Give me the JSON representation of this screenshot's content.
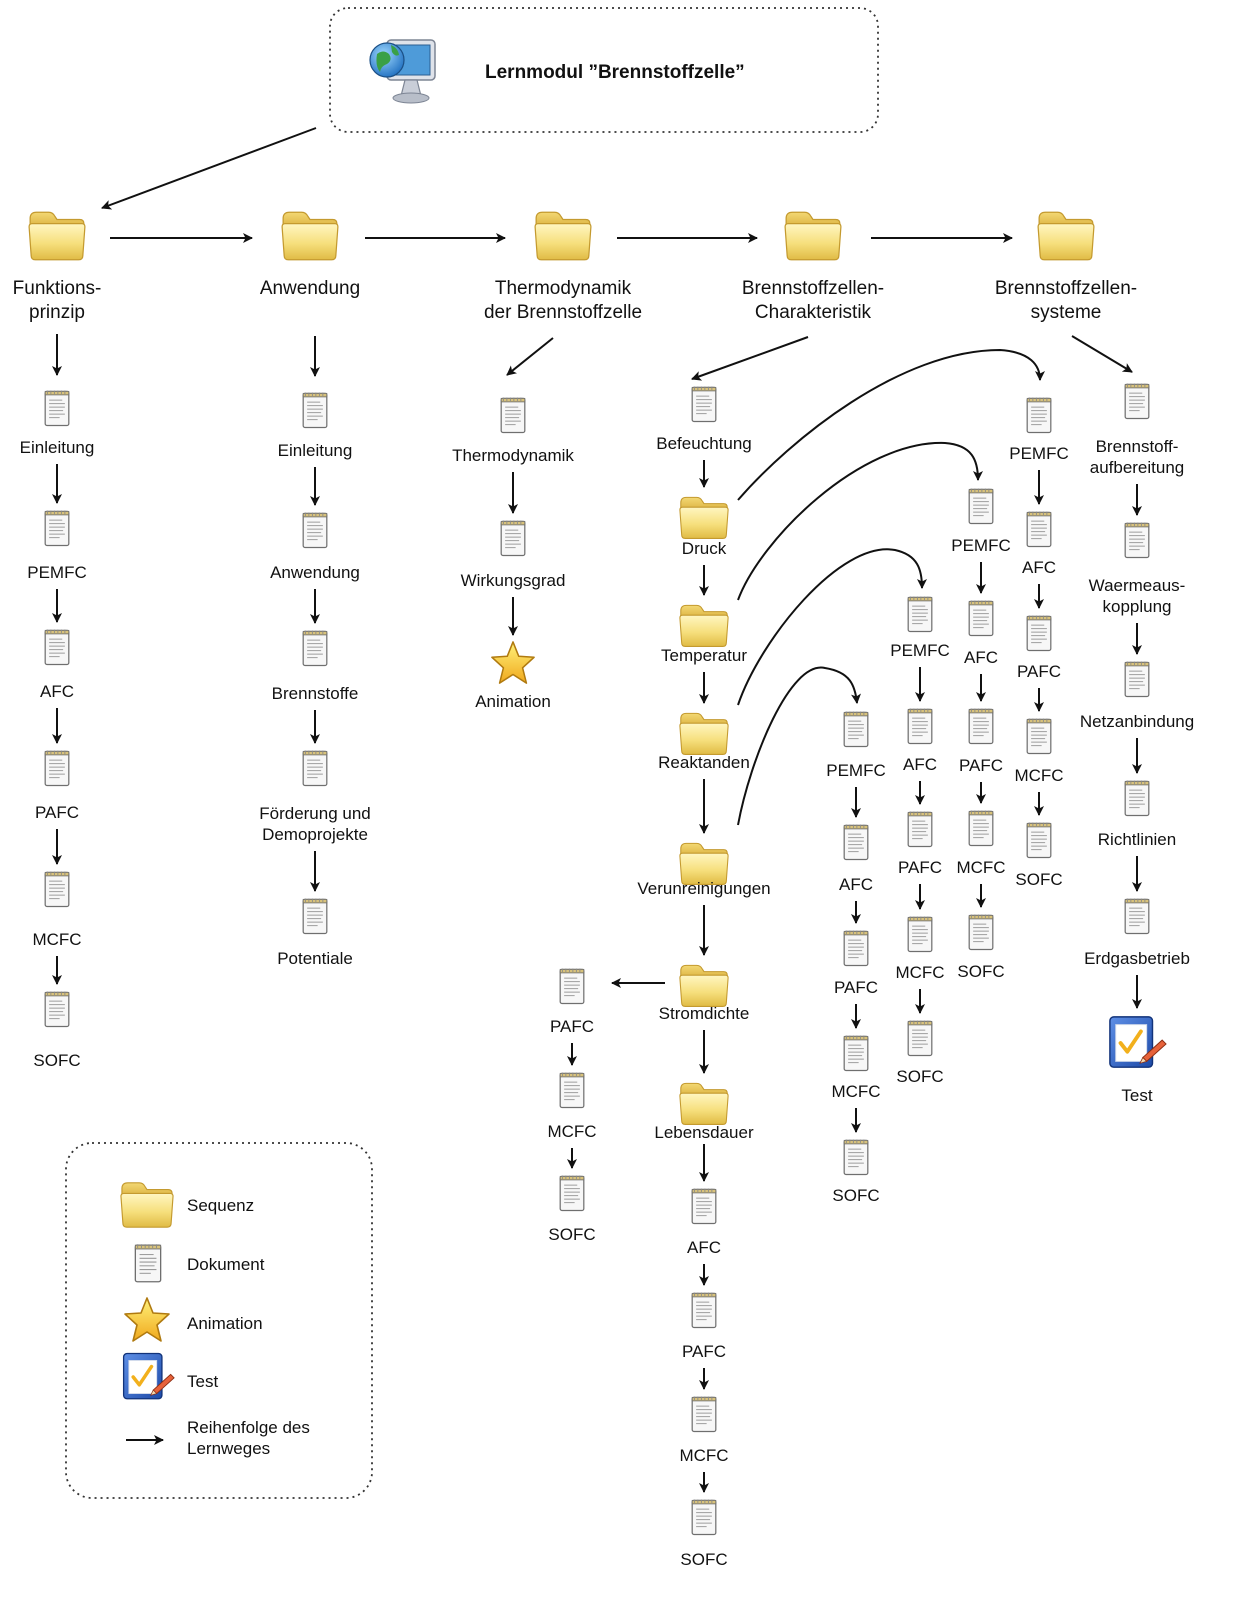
{
  "title": "Lernmodul ”Brennstoffzelle”",
  "top_level": [
    "Funktions-\nprinzip",
    "Anwendung",
    "Thermodynamik\nder Brennstoffzelle",
    "Brennstoffzellen-\nCharakteristik",
    "Brennstoffzellen-\nsysteme"
  ],
  "funktionsprinzip": [
    "Einleitung",
    "PEMFC",
    "AFC",
    "PAFC",
    "MCFC",
    "SOFC"
  ],
  "anwendung": [
    "Einleitung",
    "Anwendung",
    "Brennstoffe",
    "Förderung und\nDemoprojekte",
    "Potentiale"
  ],
  "thermodynamik": [
    "Thermodynamik",
    "Wirkungsgrad",
    "Animation"
  ],
  "charakteristik": [
    "Befeuchtung",
    "Druck",
    "Temperatur",
    "Reaktanden",
    "Verunreinigungen",
    "Stromdichte",
    "Lebensdauer"
  ],
  "druck_branch": [
    "PEMFC",
    "AFC",
    "PAFC",
    "MCFC",
    "SOFC"
  ],
  "temperatur_branch": [
    "PEMFC",
    "AFC",
    "PAFC",
    "MCFC",
    "SOFC"
  ],
  "reaktanden_branch": [
    "PEMFC",
    "AFC",
    "PAFC",
    "MCFC",
    "SOFC"
  ],
  "verunreinigungen_branch": [
    "PEMFC",
    "AFC",
    "PAFC",
    "MCFC",
    "SOFC"
  ],
  "stromdichte_branch": [
    "PAFC",
    "MCFC",
    "SOFC"
  ],
  "lebensdauer_branch": [
    "AFC",
    "PAFC",
    "MCFC",
    "SOFC"
  ],
  "systeme": [
    "Brennstoff-\naufbereitung",
    "Waermeaus-\nkopplung",
    "Netzanbindung",
    "Richtlinien",
    "Erdgasbetrieb",
    "Test"
  ],
  "legend": {
    "sequenz": "Sequenz",
    "dokument": "Dokument",
    "animation": "Animation",
    "test": "Test",
    "reihenfolge": "Reihenfolge des\nLernweges"
  }
}
